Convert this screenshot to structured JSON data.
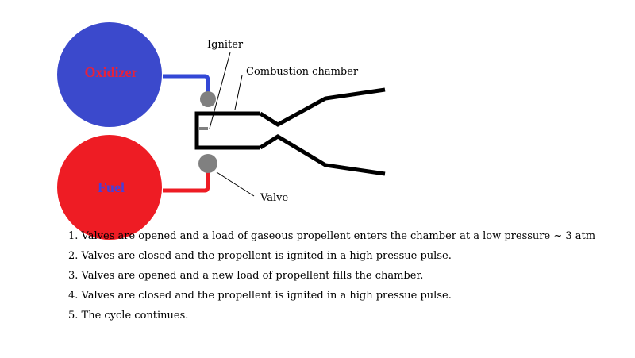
{
  "diagram": {
    "tanks": {
      "oxidizer": {
        "label": "Oxidizer",
        "fill": "#3b49cc",
        "text_color": "#e8213a"
      },
      "fuel": {
        "label": "Fuel",
        "fill": "#ee1c24",
        "text_color": "#4a3fd6"
      }
    },
    "labels": {
      "igniter": "Igniter",
      "combustion_chamber": "Combustion chamber",
      "valve": "Valve"
    },
    "colors": {
      "oxidizer_line": "#3348d6",
      "fuel_line": "#ee1c24",
      "valve": "#808080",
      "chamber": "#000000"
    }
  },
  "steps": [
    "1. Valves are opened and a load of gaseous propellent enters the chamber at a low pressure ~ 3 atm",
    "2. Valves are closed and the propellent is ignited in a high pressue pulse.",
    "3. Valves are opened and a new load of propellent fills the chamber.",
    "4. Valves are closed and the propellent is ignited in a high pressue pulse.",
    "5. The cycle continues."
  ]
}
